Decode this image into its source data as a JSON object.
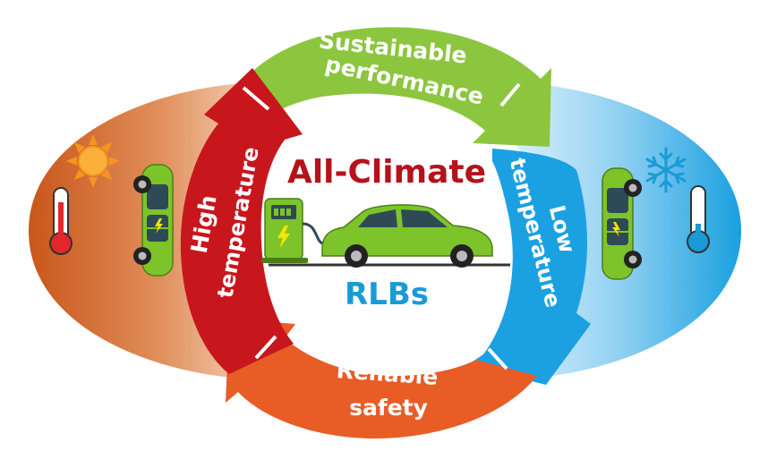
{
  "center": {
    "title": "All-Climate",
    "subtitle": "RLBs"
  },
  "arrows": {
    "top": {
      "line1": "Sustainable",
      "line2": "performance"
    },
    "right": {
      "line1": "Low",
      "line2": "temperature"
    },
    "bottom": {
      "line1": "Reliable",
      "line2": "safety"
    },
    "left": {
      "line1": "High",
      "line2": "temperature"
    }
  },
  "icons": {
    "left": [
      "sun-icon",
      "hot-thermometer-icon",
      "car-icon"
    ],
    "right": [
      "snowflake-icon",
      "cold-thermometer-icon",
      "car-icon"
    ],
    "center": [
      "charging-station-icon",
      "car-icon"
    ]
  },
  "colors": {
    "hot_gradient_start": "#cc5a1e",
    "hot_gradient_end": "#f6c7a4",
    "cold_gradient_start": "#d8eefb",
    "cold_gradient_end": "#1aa0e0",
    "arrow_red": "#c8161d",
    "arrow_green": "#8cc63f",
    "arrow_blue": "#1ba1e2",
    "arrow_orange": "#e85c26",
    "title_red": "#b5121b",
    "subtitle_blue": "#1a9ad6",
    "car_green": "#7dc42a"
  }
}
